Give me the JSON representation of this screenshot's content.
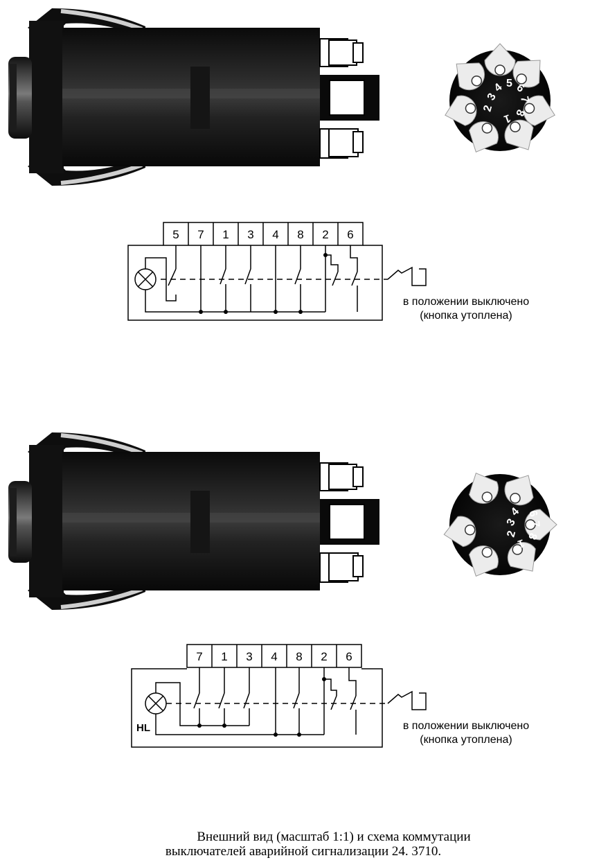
{
  "figure_1": {
    "terminals": [
      "5",
      "7",
      "1",
      "3",
      "4",
      "8",
      "2",
      "6"
    ],
    "connector_pins": [
      "2",
      "3",
      "4",
      "5",
      "6",
      "7",
      "8",
      "1"
    ],
    "note_line1": "в положении выключено",
    "note_line2": "(кнопка утоплена)"
  },
  "figure_2": {
    "terminals": [
      "7",
      "1",
      "3",
      "4",
      "8",
      "2",
      "6"
    ],
    "connector_pins": [
      "2",
      "3",
      "4",
      "6",
      "7",
      "8",
      "1"
    ],
    "lamp_label": "HL",
    "note_line1": "в положении выключено",
    "note_line2": "(кнопка утоплена)"
  },
  "caption": {
    "line1": "Внешний вид (масштаб 1:1) и схема коммутации",
    "line2": "выключателей аварийной сигнализации 24. 3710."
  }
}
